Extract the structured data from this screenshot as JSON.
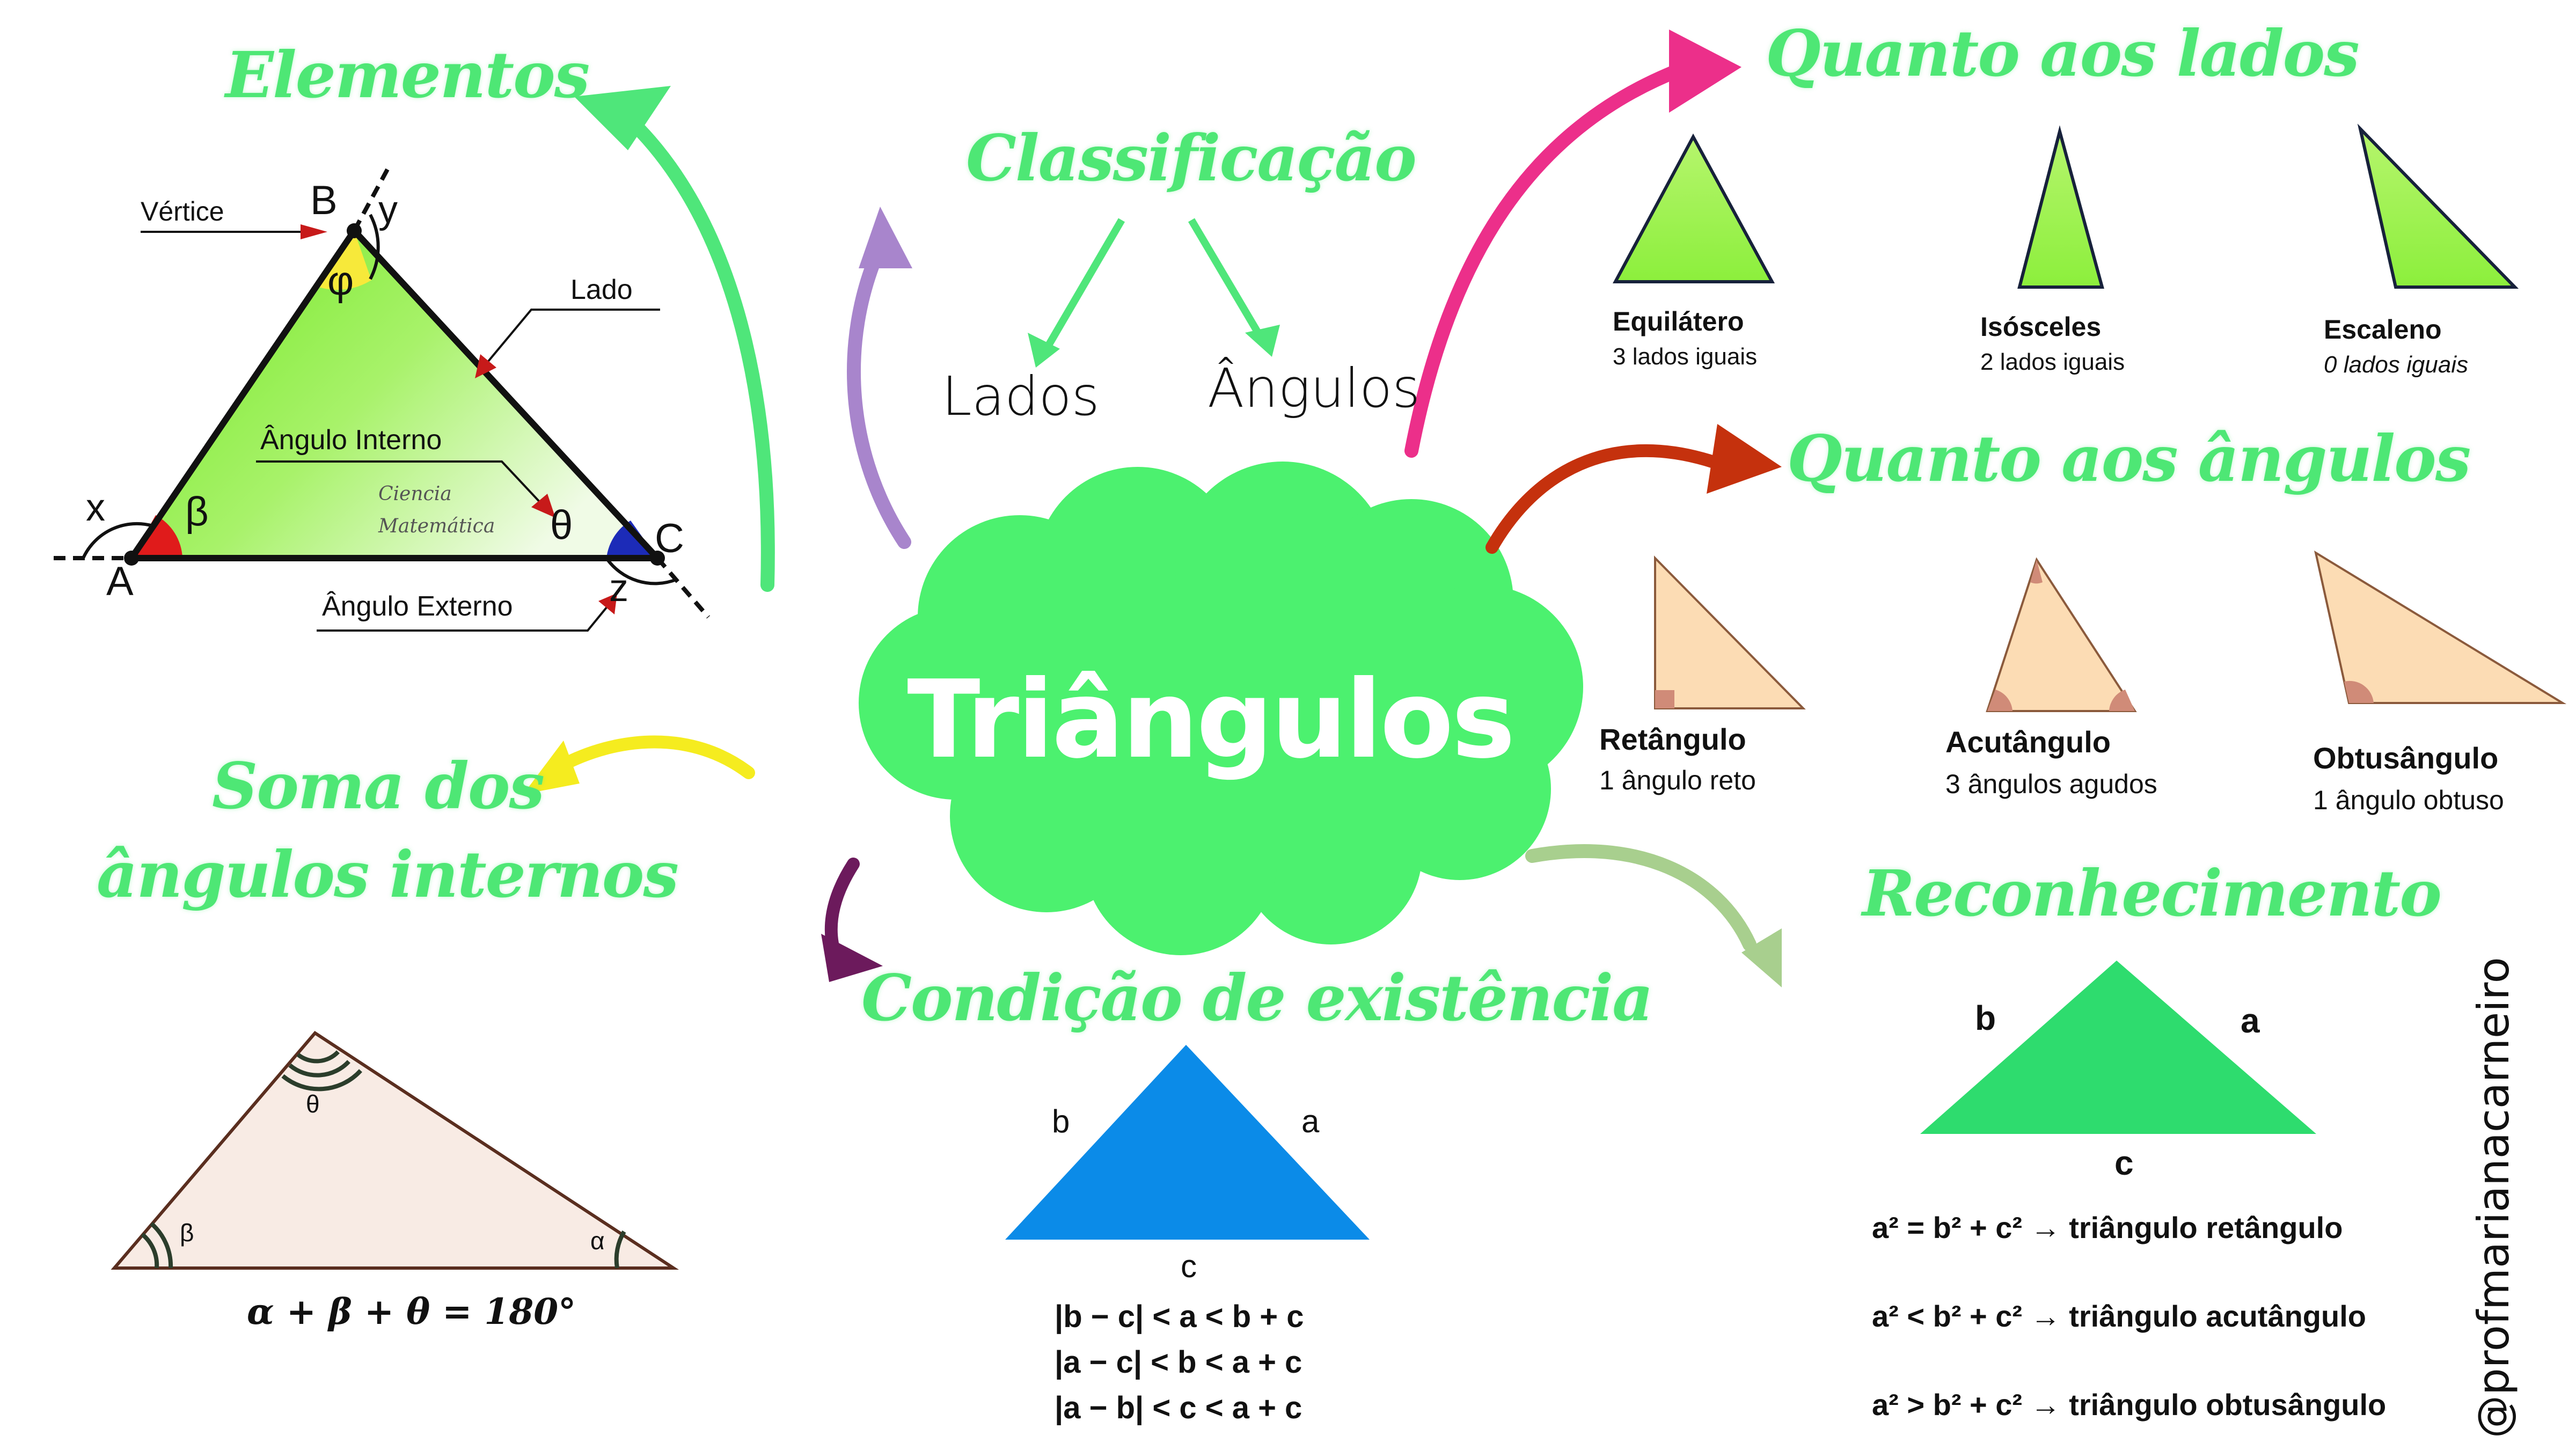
{
  "center": {
    "title": "Triângulos",
    "color": "#4cf16f"
  },
  "elementos": {
    "title": "Elementos",
    "labels": {
      "vertice": "Vértice",
      "lado": "Lado",
      "angulo_interno": "Ângulo Interno",
      "angulo_externo": "Ângulo Externo",
      "vertex_a": "A",
      "vertex_b": "B",
      "vertex_c": "C",
      "ext_x": "x",
      "ext_y": "y",
      "ext_z": "z",
      "phi": "φ",
      "beta": "β",
      "theta": "θ",
      "watermark_line1": "Ciencia",
      "watermark_line2": "Matemática"
    },
    "colors": {
      "triangle_fill": "#8ef244",
      "angle_a": "#e01b1b",
      "angle_b": "#f7e93a",
      "angle_c": "#1c2bb8"
    }
  },
  "classificacao": {
    "title": "Classificação",
    "children": [
      "Lados",
      "Ângulos"
    ]
  },
  "quanto_lados": {
    "title": "Quanto aos lados",
    "items": [
      {
        "name": "Equilátero",
        "desc": "3 lados iguais"
      },
      {
        "name": "Isósceles",
        "desc": "2 lados iguais"
      },
      {
        "name": "Escaleno",
        "desc": "0 lados iguais"
      }
    ],
    "fill": "#a6f25c"
  },
  "quanto_angulos": {
    "title": "Quanto aos ângulos",
    "items": [
      {
        "name": "Retângulo",
        "desc": "1 ângulo reto"
      },
      {
        "name": "Acutângulo",
        "desc": "3 ângulos agudos"
      },
      {
        "name": "Obtusângulo",
        "desc": "1 ângulo obtuso"
      }
    ],
    "fill": "#fcdcb4"
  },
  "soma": {
    "title_line1": "Soma dos",
    "title_line2": "ângulos internos",
    "labels": {
      "theta": "θ",
      "beta": "β",
      "alpha": "α"
    },
    "formula": "α + β + θ = 180°"
  },
  "condicao": {
    "title": "Condição de existência",
    "side_labels": {
      "a": "a",
      "b": "b",
      "c": "c"
    },
    "inequalities": [
      "|b − c| < a < b + c",
      "|a − c| < b < a + c",
      "|a − b| < c < a + c"
    ],
    "fill": "#0b8be8"
  },
  "reconhecimento": {
    "title": "Reconhecimento",
    "side_labels": {
      "a": "a",
      "b": "b",
      "c": "c"
    },
    "rules": [
      {
        "condition": "a² = b² + c²",
        "arrow": "→",
        "result": "triângulo retângulo"
      },
      {
        "condition": "a² < b² + c²",
        "arrow": "→",
        "result": "triângulo acutângulo"
      },
      {
        "condition": "a² > b² + c²",
        "arrow": "→",
        "result": "triângulo obtusângulo"
      }
    ],
    "fill": "#2edc6e"
  },
  "arrows": {
    "elementos": "#4fe67a",
    "classificacao": "#a885cc",
    "quanto_lados": "#ec2f8a",
    "quanto_angulos": "#c5310d",
    "soma": "#f5ec1f",
    "condicao": "#6c1a5c",
    "reconhecimento": "#a8cf8e",
    "sub_classificacao": "#4fe67a"
  },
  "watermark": "@profmarianacarneiro"
}
